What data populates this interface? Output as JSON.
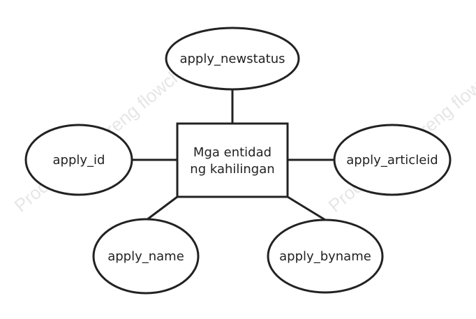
{
  "diagram": {
    "entity": {
      "line1": "Mga entidad",
      "line2": "ng kahilingan"
    },
    "attributes": [
      {
        "id": "top",
        "label": "apply_newstatus"
      },
      {
        "id": "left",
        "label": "apply_id"
      },
      {
        "id": "right",
        "label": "apply_articleid"
      },
      {
        "id": "bottom_left",
        "label": "apply_name"
      },
      {
        "id": "bottom_right",
        "label": "apply_byname"
      }
    ],
    "watermark": "ProcessOn Libreng flowchart"
  },
  "colors": {
    "stroke": "#222222",
    "text": "#222222",
    "watermark": "#e6e6e6",
    "background": "#ffffff"
  }
}
